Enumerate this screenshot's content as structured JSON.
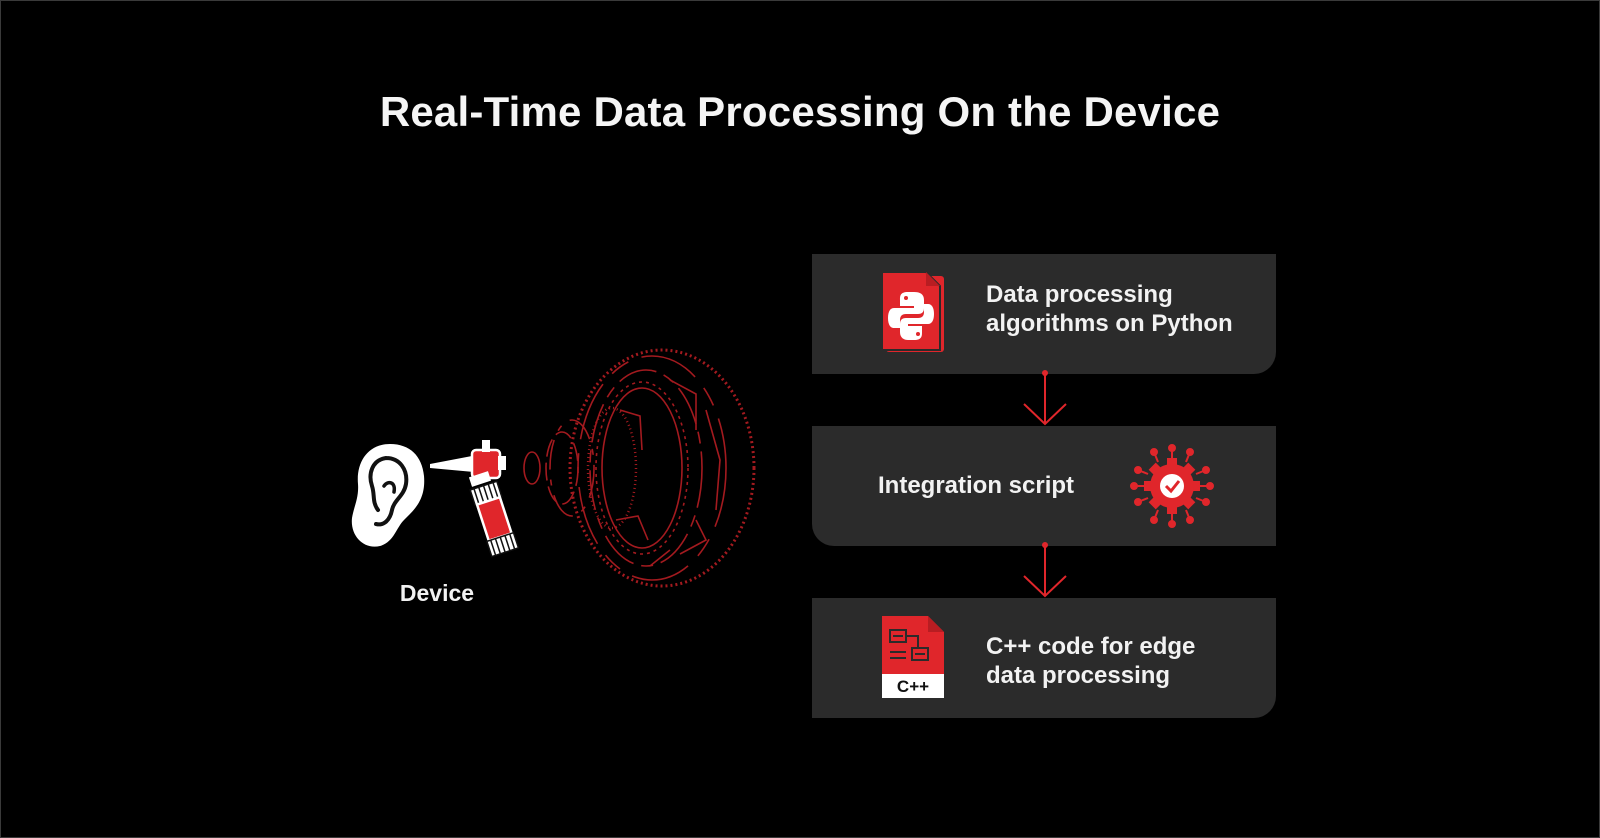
{
  "title": "Real-Time Data Processing On the Device",
  "device": {
    "label": "Device",
    "icons": [
      "ear-icon",
      "otoscope-icon",
      "signal-waves-graphic"
    ]
  },
  "flow": [
    {
      "text": "Data processing\nalgorithms on Python",
      "icon": "python-file-icon"
    },
    {
      "text": "Integration script",
      "icon": "gear-check-circuit-icon"
    },
    {
      "text": "C++ code for edge\ndata processing",
      "icon": "cpp-file-icon"
    }
  ],
  "colors": {
    "background": "#000000",
    "box": "#2b2b2b",
    "accent": "#e0262b",
    "text": "#f2f2f2"
  }
}
